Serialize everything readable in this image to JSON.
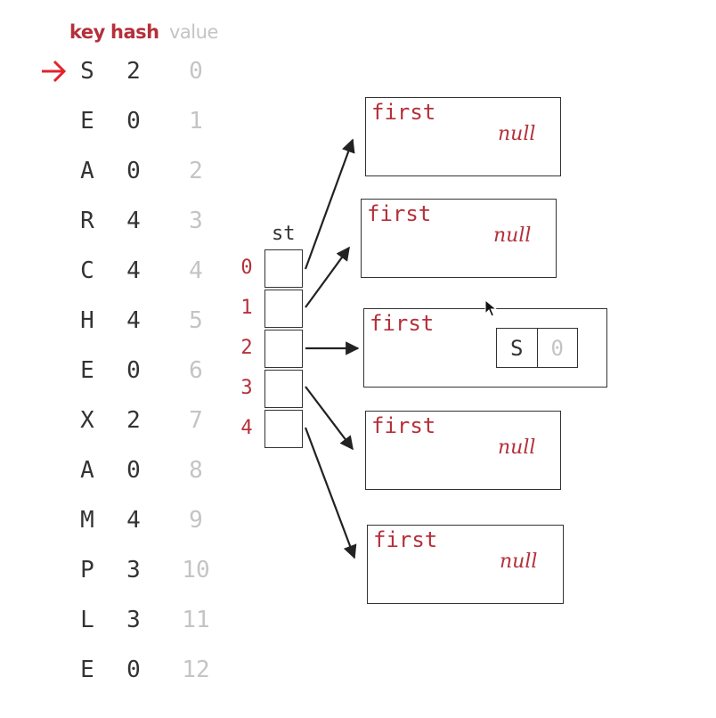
{
  "headers": {
    "key": "key",
    "hash": "hash",
    "value": "value"
  },
  "rows": [
    {
      "key": "S",
      "hash": "2",
      "value": "0"
    },
    {
      "key": "E",
      "hash": "0",
      "value": "1"
    },
    {
      "key": "A",
      "hash": "0",
      "value": "2"
    },
    {
      "key": "R",
      "hash": "4",
      "value": "3"
    },
    {
      "key": "C",
      "hash": "4",
      "value": "4"
    },
    {
      "key": "H",
      "hash": "4",
      "value": "5"
    },
    {
      "key": "E",
      "hash": "0",
      "value": "6"
    },
    {
      "key": "X",
      "hash": "2",
      "value": "7"
    },
    {
      "key": "A",
      "hash": "0",
      "value": "8"
    },
    {
      "key": "M",
      "hash": "4",
      "value": "9"
    },
    {
      "key": "P",
      "hash": "3",
      "value": "10"
    },
    {
      "key": "L",
      "hash": "3",
      "value": "11"
    },
    {
      "key": "E",
      "hash": "0",
      "value": "12"
    }
  ],
  "current_row": 0,
  "table": {
    "label": "st",
    "indices": [
      "0",
      "1",
      "2",
      "3",
      "4"
    ]
  },
  "lists": [
    {
      "first_label": "first",
      "null_label": "null"
    },
    {
      "first_label": "first",
      "null_label": "null"
    },
    {
      "first_label": "first",
      "node": {
        "key": "S",
        "value": "0"
      }
    },
    {
      "first_label": "first",
      "null_label": "null"
    },
    {
      "first_label": "first",
      "null_label": "null"
    }
  ],
  "colors": {
    "accent": "#b5303a",
    "ink": "#333333",
    "muted": "#c4c4c4",
    "pointer": "#e0242e"
  }
}
